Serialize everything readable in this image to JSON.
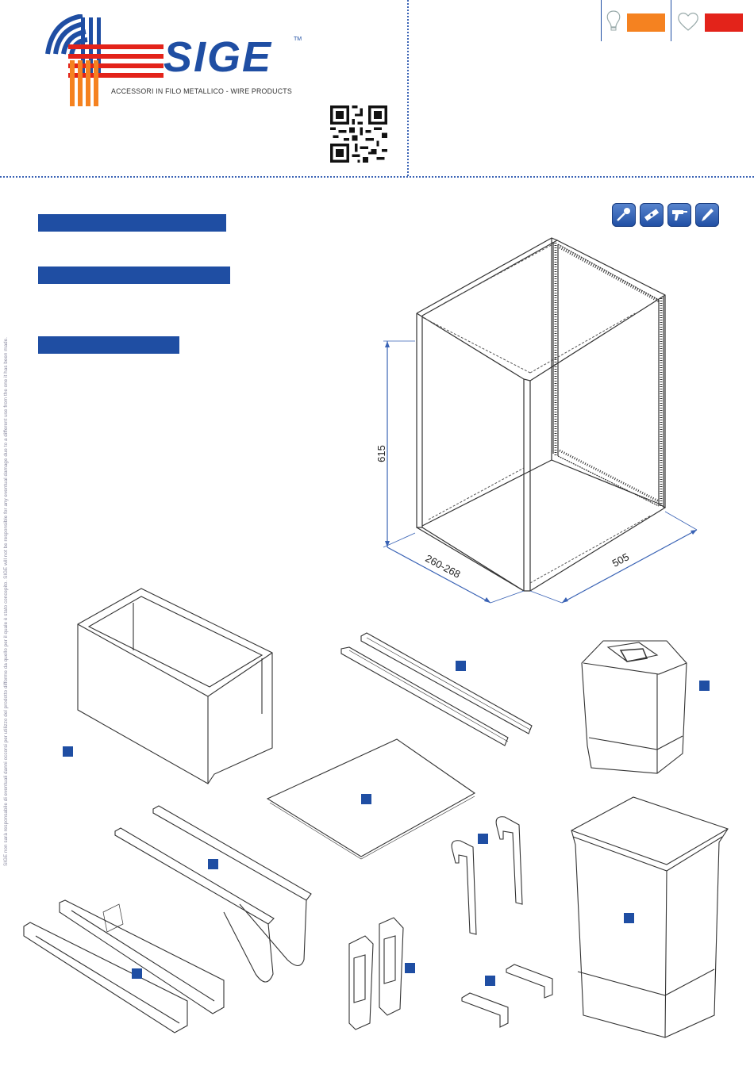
{
  "brand": {
    "name": "SIGE",
    "trademark": "TM",
    "tagline": "ACCESSORI IN FILO METALLICO - WIRE PRODUCTS"
  },
  "colors": {
    "brand_blue": "#1f4ea3",
    "badge_orange": "#f58220",
    "badge_red": "#e3231a",
    "guide_blue": "#3a63b5"
  },
  "header": {
    "badges": [
      {
        "icon": "lightbulb-icon",
        "color": "#f58220"
      },
      {
        "icon": "heart-icon",
        "color": "#e3231a"
      }
    ]
  },
  "tools": [
    "screwdriver-icon",
    "spirit-level-icon",
    "drill-icon",
    "pencil-icon"
  ],
  "dimensions": {
    "height": "615",
    "width": "260-268",
    "depth": "505"
  },
  "disclaimer": "SIGE non sarà responsabile di eventuali danni occorsi per utilizzo del prodotto difforme da quello per il quale è stato concepito. SIGE will not be responsible for any eventual damage due to a different use from the one it has been made."
}
